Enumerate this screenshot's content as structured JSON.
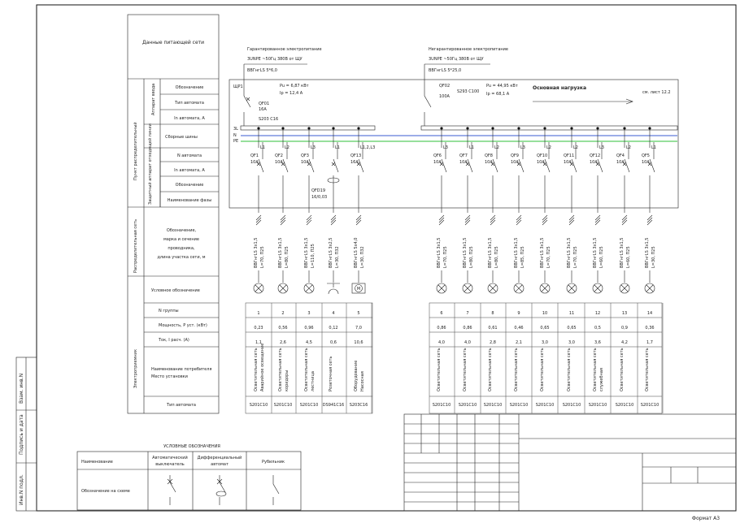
{
  "side_stamps": [
    "Взам. инв.N",
    "Подпись и дата",
    "Инв.N подл."
  ],
  "left_table": {
    "supply_data": "Данные питающей сети",
    "group_input": "Аппарат ввода",
    "group_panel": "Пункт распределительный",
    "group_protect": "Защитный аппарат отходящей линии",
    "group_dist": "Распределительная сеть",
    "group_receivers": "Электроприемник",
    "input_rows": [
      "Обозначение",
      "Тип автомата",
      "In автомата, А"
    ],
    "busbar": "Сборные шины",
    "protect_rows": [
      "N автомата",
      "In автомата, А",
      "Обозначение",
      "Наименование фазы"
    ],
    "dist_text": [
      "Обозначение,",
      "марка и сечение",
      "проводника,",
      "длина участка сети, м"
    ],
    "symbol_row": "Условное обозначение",
    "group_no": "N группы",
    "power": "Мощность, Р уст. (кВт)",
    "current": "Ток, I расч. (А)",
    "consumer": [
      "Наименование потребителя",
      "Место установки"
    ],
    "breaker_type": "Тип автомата"
  },
  "inputs": [
    {
      "title": "Гарантированное электропитание",
      "cable_info": "3UNPE ~50Гц 380В от ЩУ",
      "cable": "ВВГнгLS 5*6,0",
      "shield": "ЩР1",
      "breaker": "QF01",
      "rating": "16А",
      "type": "S203 C16",
      "pu": "Pu = 6,87 кВт",
      "ip": "Ip = 12,4 А"
    },
    {
      "title": "Негарантированное электропитание",
      "cable_info": "3UNPE ~50Гц 380В от ЩУ",
      "cable": "ВВГнгLS 5*25,0",
      "breaker": "QF02",
      "rating": "100А",
      "type": "S293 C100",
      "pu": "Pu = 44,95 кВт",
      "ip": "Ip = 68,1 А",
      "load": "Основная нагрузка",
      "ref": "см. лист 12.2"
    }
  ],
  "bus_labels": [
    "3L",
    "N",
    "PE"
  ],
  "rcd": {
    "name": "QFD19",
    "rating": "16/0,03"
  },
  "groups": [
    {
      "no": "1",
      "qf": "QF1",
      "in": "10А",
      "phase": "L1",
      "cable": "ВВГнгLS 3х1,5",
      "len": "L=70, П25",
      "p": "0,23",
      "i": "1,1",
      "cons": [
        "Осветительная сеть",
        "Аварийное освещение"
      ],
      "type": "S201C10",
      "sym": "lamp"
    },
    {
      "no": "2",
      "qf": "QF2",
      "in": "10А",
      "phase": "L2",
      "cable": "ВВГнгLS 3х1,5",
      "len": "L=80, П25",
      "p": "0,56",
      "i": "2,6",
      "cons": [
        "Осветительная сеть",
        "коридоры"
      ],
      "type": "S201C10",
      "sym": "lamp"
    },
    {
      "no": "3",
      "qf": "QF3",
      "in": "10А",
      "phase": "L3",
      "cable": "ВВГнгLS 3х1,5",
      "len": "L=110, П25",
      "p": "0,96",
      "i": "4,5",
      "cons": [
        "Осветительная сеть",
        "лестница"
      ],
      "type": "S201C10",
      "sym": "lamp"
    },
    {
      "no": "4",
      "qf": "",
      "in": "",
      "phase": "L1",
      "cable": "ВВГнгLS 3х2,5",
      "len": "L=30, П32",
      "p": "0,12",
      "i": "0,6",
      "cons": [
        "Розеточная сеть"
      ],
      "type": "DS941C16",
      "sym": "socket"
    },
    {
      "no": "5",
      "qf": "QF13",
      "in": "16А",
      "phase": "L1,2,L3",
      "cable": "ВВГнгLS 5х4,0",
      "len": "L=30, П32",
      "p": "7,0",
      "i": "10,6",
      "cons": [
        "Оборудование",
        "Насосная"
      ],
      "type": "S203C16",
      "sym": "motor"
    },
    {
      "no": "6",
      "qf": "QF6",
      "in": "10А",
      "phase": "L3",
      "cable": "ВВГнгLS 3х1,5",
      "len": "L=70, П25",
      "p": "0,86",
      "i": "4,0",
      "cons": [
        "Осветительная сеть"
      ],
      "type": "S201C10",
      "sym": "lamp"
    },
    {
      "no": "7",
      "qf": "QF7",
      "in": "10А",
      "phase": "L1",
      "cable": "ВВГнгLS 3х1,5",
      "len": "L=80, П25",
      "p": "0,86",
      "i": "4,0",
      "cons": [
        "Осветительная сеть"
      ],
      "type": "S201C10",
      "sym": "lamp"
    },
    {
      "no": "8",
      "qf": "QF8",
      "in": "10А",
      "phase": "L2",
      "cable": "ВВГнгLS 3х1,5",
      "len": "L=80, П25",
      "p": "0,61",
      "i": "2,8",
      "cons": [
        "Осветительная сеть"
      ],
      "type": "S201C10",
      "sym": "lamp"
    },
    {
      "no": "9",
      "qf": "QF9",
      "in": "10А",
      "phase": "L3",
      "cable": "ВВГнгLS 3х1,5",
      "len": "L=85, П25",
      "p": "0,46",
      "i": "2,1",
      "cons": [
        "Осветительная сеть"
      ],
      "type": "S201C10",
      "sym": "lamp"
    },
    {
      "no": "10",
      "qf": "QF10",
      "in": "10А",
      "phase": "L2",
      "cable": "ВВГнгLS 3х1,5",
      "len": "L=70, П25",
      "p": "0,65",
      "i": "3,0",
      "cons": [
        "Осветительная сеть"
      ],
      "type": "S201C10",
      "sym": "lamp"
    },
    {
      "no": "11",
      "qf": "QF11",
      "in": "10А",
      "phase": "L2",
      "cable": "ВВГнгLS 3х1,5",
      "len": "L=70, П25",
      "p": "0,65",
      "i": "3,0",
      "cons": [
        "Осветительная сеть"
      ],
      "type": "S201C10",
      "sym": "lamp"
    },
    {
      "no": "12",
      "qf": "QF12",
      "in": "10А",
      "phase": "L3",
      "cable": "ВВГнгLS 3х1,5",
      "len": "L=60, П25",
      "p": "0,5",
      "i": "3,6",
      "cons": [
        "Осветительная сеть",
        "служебная"
      ],
      "type": "S201C10",
      "sym": "lamp"
    },
    {
      "no": "13",
      "qf": "QF4",
      "in": "10А",
      "phase": "L2",
      "cable": "ВВГнгLS 3х1,5",
      "len": "L=60, П25",
      "p": "0,9",
      "i": "4,2",
      "cons": [
        "Осветительная сеть"
      ],
      "type": "S201C10",
      "sym": "lamp"
    },
    {
      "no": "14",
      "qf": "QF5",
      "in": "10А",
      "phase": "L1",
      "cable": "ВВГнгLS 3х1,5",
      "len": "L=30, П25",
      "p": "0,36",
      "i": "1,7",
      "cons": [
        "Осветительная сеть"
      ],
      "type": "S201C10",
      "sym": "lamp"
    }
  ],
  "legend": {
    "title": "УСЛОВНЫЕ ОБОЗНАЧЕНИЯ",
    "col_name": "Наименование",
    "col_symbol": "Обозначение на схеме",
    "items": [
      [
        "Автоматический",
        "выключатель"
      ],
      [
        "Дифференциальный",
        "автомат"
      ],
      [
        "Рубильник"
      ]
    ]
  },
  "format_label": "Формат А3"
}
